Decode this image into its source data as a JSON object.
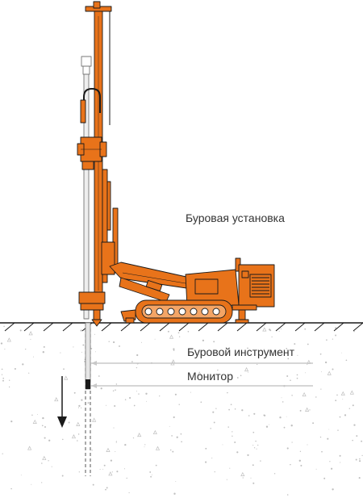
{
  "labels": {
    "rig": "Буровая установка",
    "tool": "Буровой инструмент",
    "monitor": "Монитор"
  },
  "colors": {
    "machine": "#E8731A",
    "outline": "#1A1A1A",
    "leader_line": "#C8C8C8",
    "soil_dots": "#BFBFBF",
    "label_text": "#333333"
  }
}
